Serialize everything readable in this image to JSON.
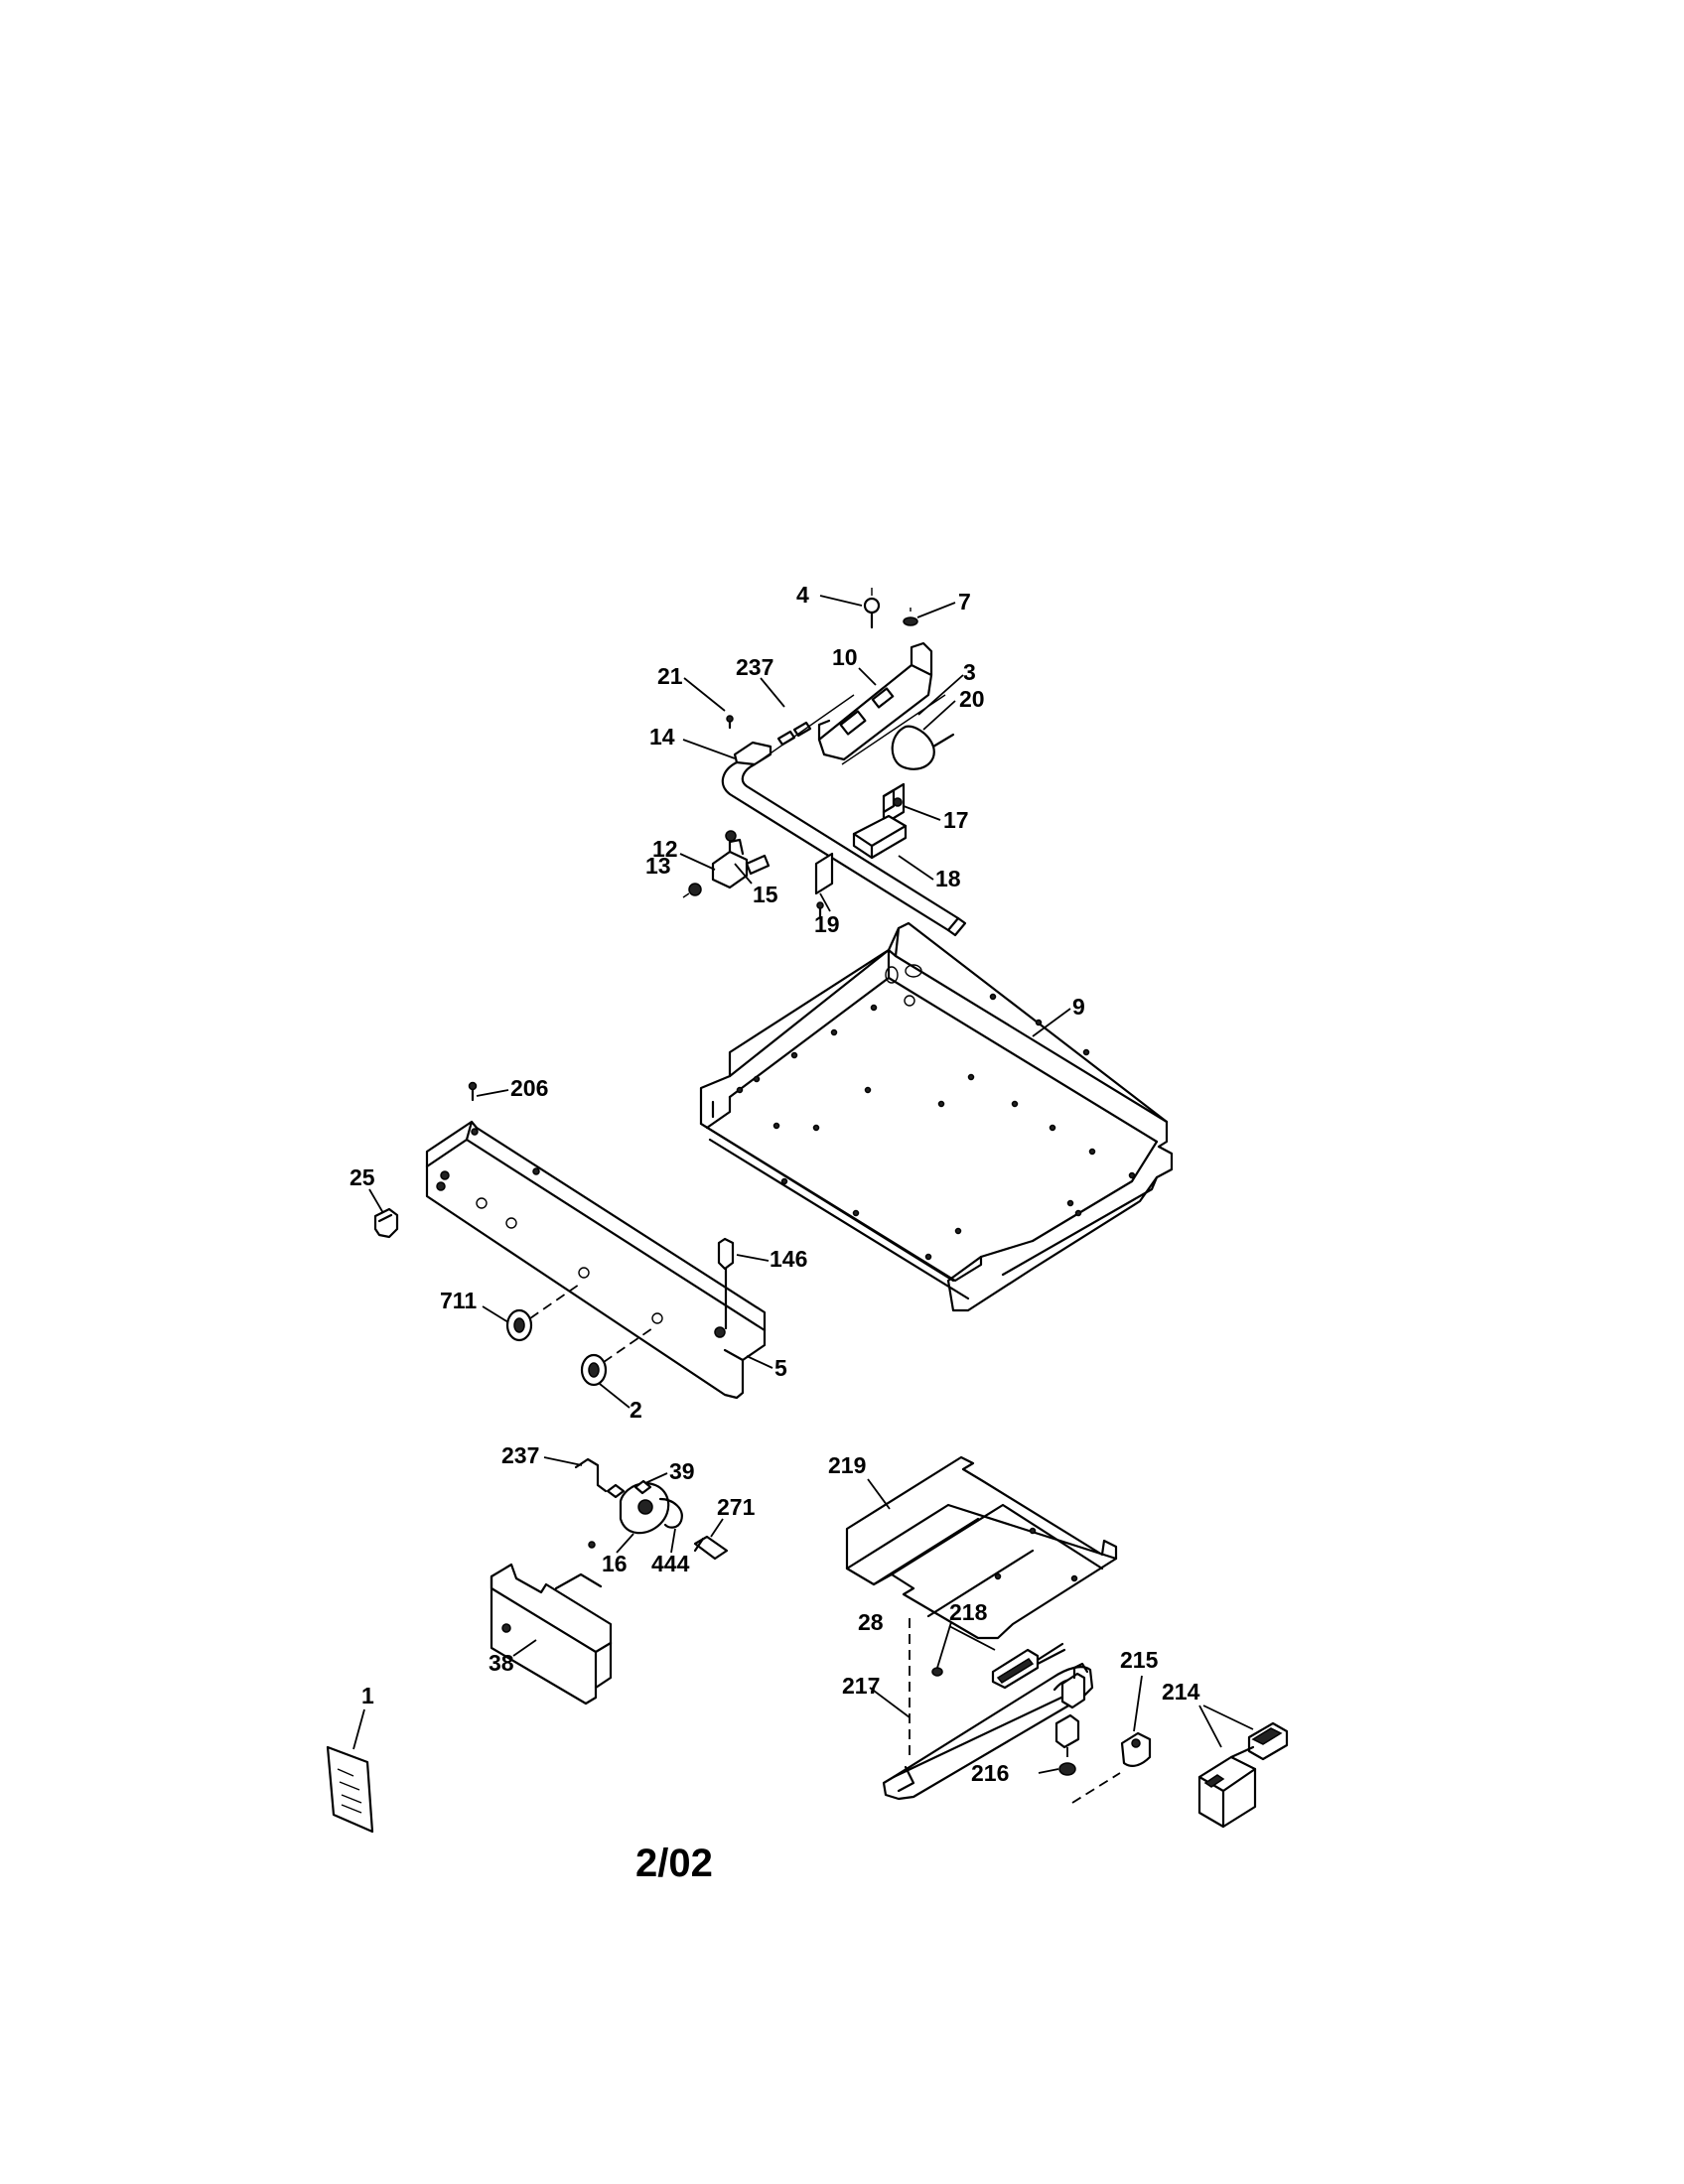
{
  "labels": {
    "p1": "1",
    "p2": "2",
    "p3": "3",
    "p4": "4",
    "p5": "5",
    "p7": "7",
    "p9": "9",
    "p10": "10",
    "p12": "12",
    "p13": "13",
    "p14": "14",
    "p15": "15",
    "p16": "16",
    "p17": "17",
    "p18": "18",
    "p19": "19",
    "p20": "20",
    "p21": "21",
    "p25": "25",
    "p28": "28",
    "p38": "38",
    "p39": "39",
    "p146": "146",
    "p206": "206",
    "p214": "214",
    "p215": "215",
    "p216": "216",
    "p217": "217",
    "p218": "218",
    "p219": "219",
    "p237_top": "237",
    "p237_bottom": "237",
    "p271": "271",
    "p444": "444",
    "p711": "711"
  },
  "footer": {
    "date": "2/02"
  }
}
